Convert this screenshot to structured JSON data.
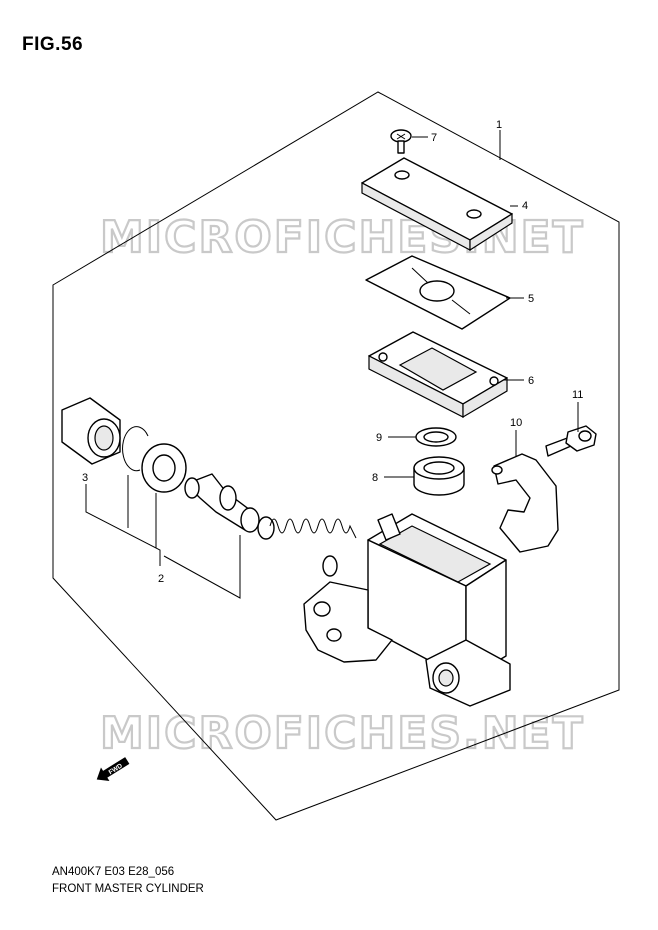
{
  "figure": {
    "title": "FIG.56"
  },
  "watermark": "MICROFICHES.NET",
  "callouts": [
    "1",
    "2",
    "3",
    "4",
    "5",
    "6",
    "7",
    "8",
    "9",
    "10",
    "11"
  ],
  "fwd_label": "FWD",
  "captions": {
    "code": "AN400K7 E03 E28_056",
    "name": "FRONT MASTER CYLINDER"
  }
}
